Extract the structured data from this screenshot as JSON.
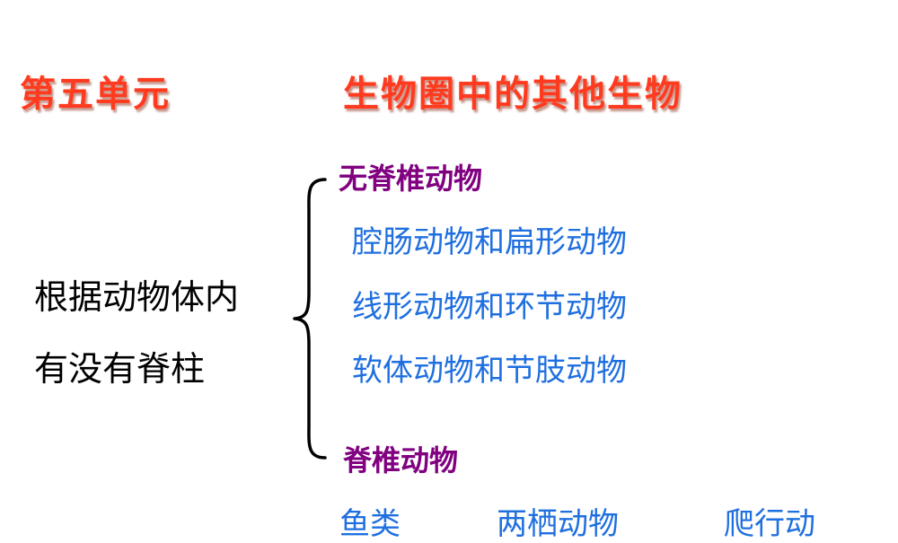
{
  "header": {
    "unit_title": "第五单元",
    "unit_subject": "生物圈中的其他生物"
  },
  "criterion": {
    "line1": "根据动物体内",
    "line2": "有没有脊柱"
  },
  "invertebrates": {
    "label": "无脊椎动物",
    "groups": [
      "腔肠动物和扁形动物",
      "线形动物和环节动物",
      "软体动物和节肢动物"
    ]
  },
  "vertebrates": {
    "label": "脊椎动物",
    "groups": [
      "鱼类",
      "两栖动物",
      "爬行动"
    ]
  },
  "colors": {
    "title": "#ff3b1f",
    "category": "#800080",
    "group": "#1f6fe0",
    "body_text": "#000000"
  },
  "icons": {
    "brace": "left-curly-brace-icon"
  }
}
